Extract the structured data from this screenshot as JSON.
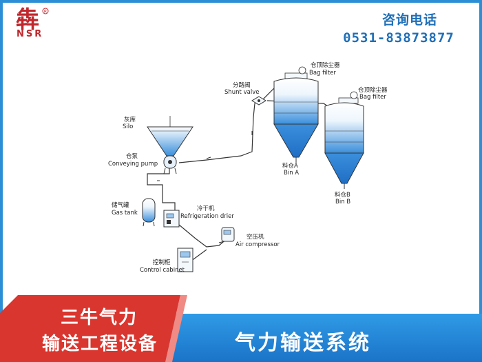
{
  "logo": {
    "text": "NSR",
    "glyph": "犇",
    "color": "#c0282d"
  },
  "hotline": {
    "label": "咨询电话",
    "number": "0531-83873877"
  },
  "diagram": {
    "silo": {
      "cn": "灰库",
      "en": "Silo"
    },
    "pump": {
      "cn": "仓泵",
      "en": "Conveying pump"
    },
    "gas_tank": {
      "cn": "储气罐",
      "en": "Gas tank"
    },
    "drier": {
      "cn": "冷干机",
      "en": "Refrigeration drier"
    },
    "compressor": {
      "cn": "空压机",
      "en": "Air compressor"
    },
    "cabinet": {
      "cn": "控制柜",
      "en": "Control cabinet"
    },
    "shunt": {
      "cn": "分路阀",
      "en": "Shunt valve"
    },
    "bag_filter_a": {
      "cn": "仓顶除尘器",
      "en": "Bag filter"
    },
    "bag_filter_b": {
      "cn": "仓顶除尘器",
      "en": "Bag filter"
    },
    "bin_a": {
      "cn": "料仓A",
      "en": "Bin A"
    },
    "bin_b": {
      "cn": "料仓B",
      "en": "Bin B"
    }
  },
  "banner": {
    "slogan_line1": "三牛气力",
    "slogan_line2": "输送工程设备",
    "system_title": "气力输送系统"
  },
  "colors": {
    "frame": "#2c8fd6",
    "banner_blue": "#1b73c8",
    "banner_red": "#d9362f",
    "accent_text": "#1f6fb8"
  }
}
